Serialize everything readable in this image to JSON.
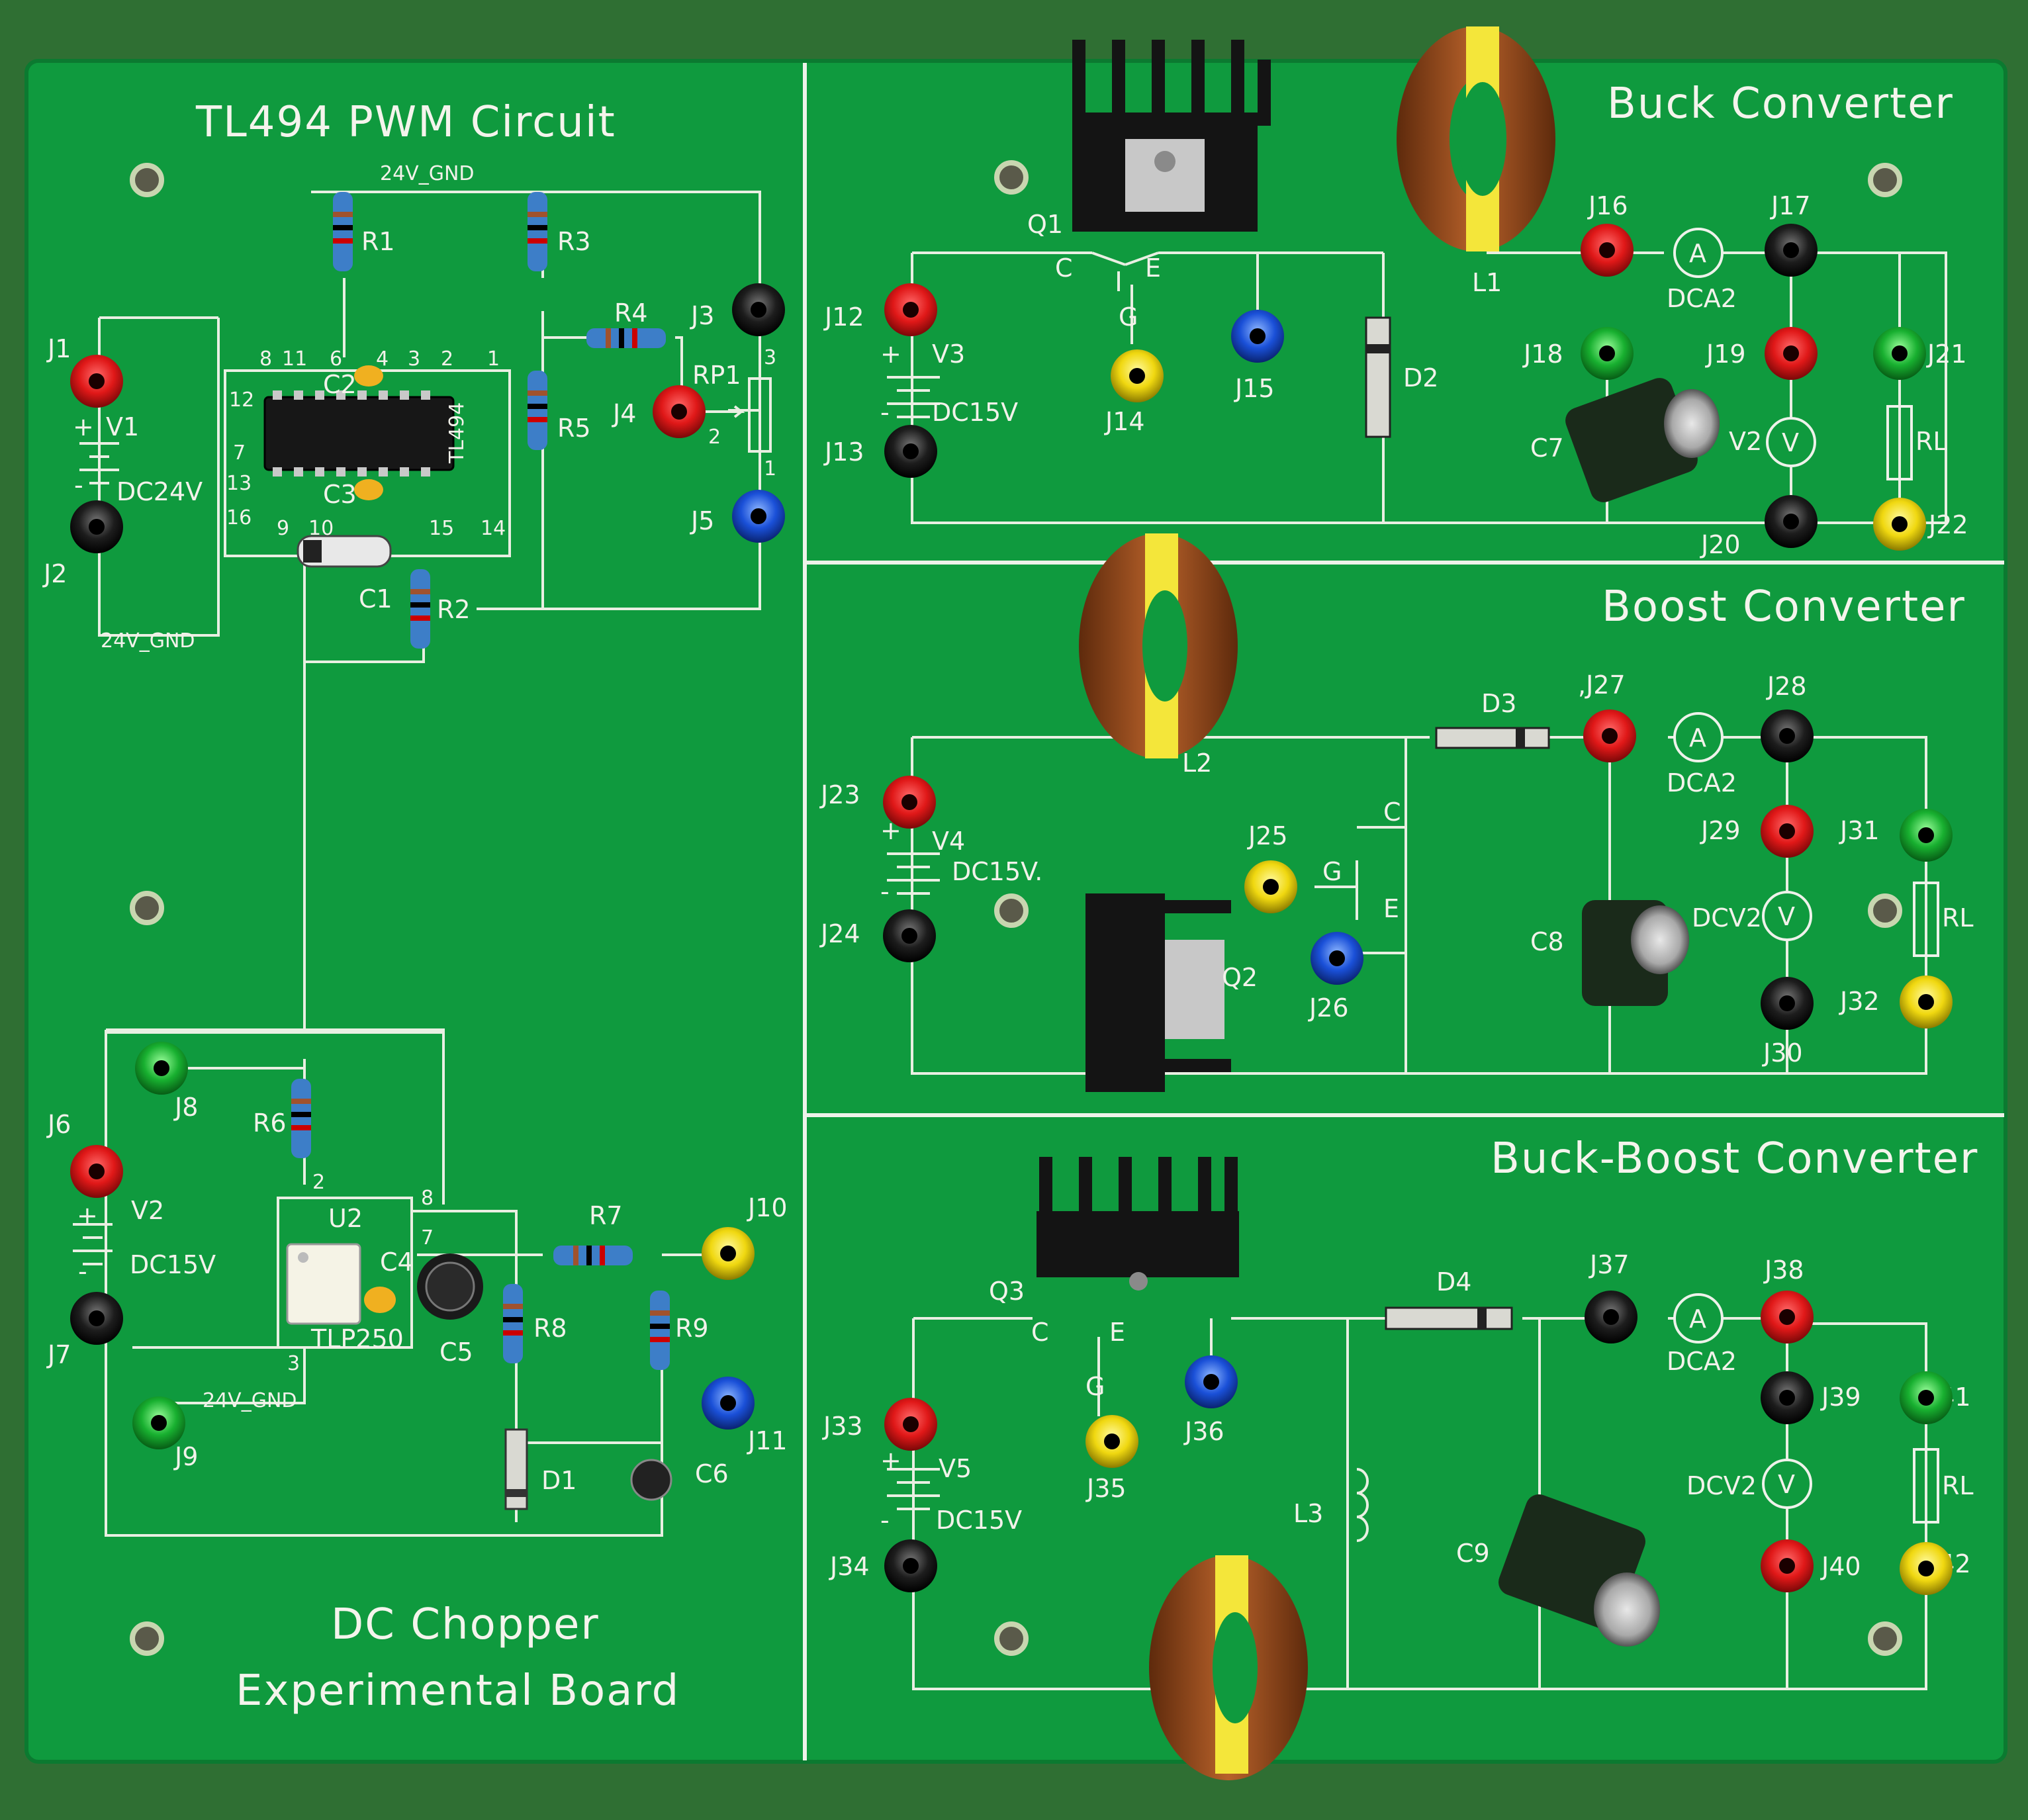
{
  "board": {
    "name_line1": "DC Chopper",
    "name_line2": "Experimental Board",
    "colors": {
      "pcb": "#0f9a3e",
      "silk": "#f2f2ea",
      "copper": "#a9521c",
      "tape": "#f4e63a"
    }
  },
  "pwm": {
    "title": "TL494 PWM Circuit",
    "gnd1": "24V_GND",
    "gnd2": "24V_GND",
    "J1": "J1",
    "J2": "J2",
    "J3": "J3",
    "J4": "J4",
    "J5": "J5",
    "V1": "V1",
    "V1v": "DC24V",
    "plus": "+",
    "minus": "-",
    "R1": "R1",
    "R2": "R2",
    "R3": "R3",
    "R4": "R4",
    "R5": "R5",
    "C1": "C1",
    "C2": "C2",
    "C3": "C3",
    "RP1": "RP1",
    "chip": "TL494",
    "pins": [
      "8",
      "11",
      "6",
      "4",
      "3",
      "2",
      "1",
      "12",
      "7",
      "13",
      "16",
      "9",
      "10",
      "15",
      "14"
    ],
    "rp_pins": [
      "3",
      "2",
      "1"
    ]
  },
  "driver": {
    "J6": "J6",
    "J7": "J7",
    "J8": "J8",
    "J9": "J9",
    "J10": "J10",
    "J11": "J11",
    "V2": "V2",
    "V2v": "DC15V",
    "plus": "+",
    "minus": "-",
    "R6": "R6",
    "R7": "R7",
    "R8": "R8",
    "R9": "R9",
    "C4": "C4",
    "C5": "C5",
    "C6": "C6",
    "D1": "D1",
    "U2": "U2",
    "U2chip": "TLP250",
    "gnd": "24V_GND",
    "pins": [
      "2",
      "8",
      "7",
      "3"
    ]
  },
  "buck": {
    "title": "Buck Converter",
    "Q1": "Q1",
    "C": "C",
    "E": "E",
    "G": "G",
    "J12": "J12",
    "J13": "J13",
    "J14": "J14",
    "J15": "J15",
    "J16": "J16",
    "J17": "J17",
    "J18": "J18",
    "J19": "J19",
    "J20": "J20",
    "J21": "J21",
    "J22": "J22",
    "V3": "V3",
    "V3v": "DC15V",
    "plus": "+",
    "minus": "-",
    "D2": "D2",
    "L1": "L1",
    "C7": "C7",
    "DCA2": "DCA2",
    "V2": "V2",
    "RL": "RL",
    "A": "A",
    "Vm": "V"
  },
  "boost": {
    "title": "Boost Converter",
    "J23": "J23",
    "J24": "J24",
    "J25": "J25",
    "J26": "J26",
    "J27": ",J27",
    "J28": "J28",
    "J29": "J29",
    "J30": "J30",
    "J31": "J31",
    "J32": "J32",
    "V4": "V4",
    "V4v": "DC15V.",
    "plus": "+",
    "minus": "-",
    "D3": "D3",
    "L2": "L2",
    "Q2": "Q2",
    "C8": "C8",
    "DCA2": "DCA2",
    "DCV2": "DCV2",
    "RL": "RL",
    "C": "C",
    "E": "E",
    "G": "G",
    "A": "A",
    "Vm": "V"
  },
  "buckboost": {
    "title": "Buck-Boost Converter",
    "J33": "J33",
    "J34": "J34",
    "J35": "J35",
    "J36": "J36",
    "J37": "J37",
    "J38": "J38",
    "J39": "J39",
    "J40": "J40",
    "J41": "J41",
    "J42": "J42",
    "V5": "V5",
    "V5v": "DC15V",
    "plus": "+",
    "minus": "-",
    "D4": "D4",
    "L3": "L3",
    "Q3": "Q3",
    "C9": "C9",
    "DCA2": "DCA2",
    "DCV2": "DCV2",
    "RL": "RL",
    "C": "C",
    "E": "E",
    "G": "G",
    "A": "A",
    "Vm": "V"
  }
}
